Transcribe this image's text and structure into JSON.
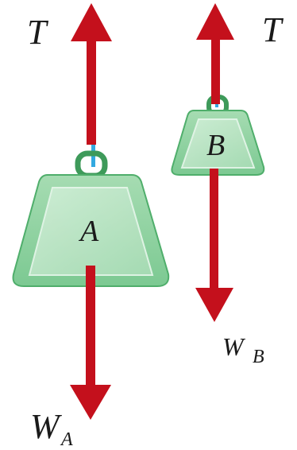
{
  "figure": {
    "mass_a": {
      "label": "A",
      "tension_label": "T",
      "weight_label": "W",
      "weight_subscript": "A"
    },
    "mass_b": {
      "label": "B",
      "tension_label": "T",
      "weight_label": "W",
      "weight_subscript": "B"
    }
  },
  "colors": {
    "force_arrow": "#c4101c",
    "rope": "#33a9e0",
    "weight_body": "#8fd2a0",
    "weight_outline": "#3e9a5a",
    "weight_inner": "#b9e4c2"
  }
}
